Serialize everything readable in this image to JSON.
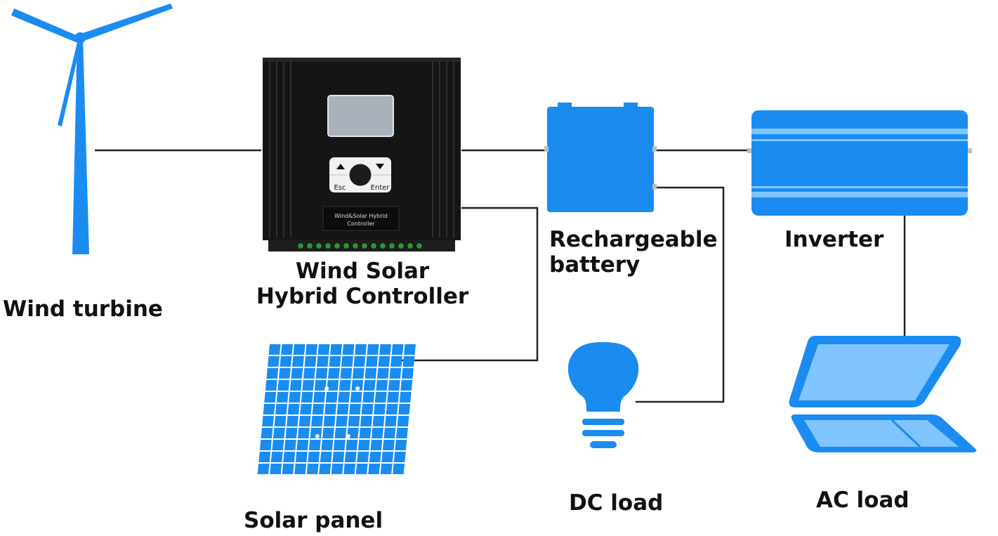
{
  "colors": {
    "accent": "#1a8cf0",
    "accent_light": "#7fc4ff",
    "controller_body": "#151515",
    "wire": "#222222",
    "text": "#111111"
  },
  "labels": {
    "wind_turbine": "Wind turbine",
    "controller_line1": "Wind Solar",
    "controller_line2": "Hybrid Controller",
    "battery_line1": "Rechargeable",
    "battery_line2": "battery",
    "inverter": "Inverter",
    "solar_panel": "Solar panel",
    "dc_load": "DC load",
    "ac_load": "AC load"
  },
  "controller_device": {
    "esc_label": "Esc",
    "enter_label": "Enter",
    "plate_line1": "Wind&Solar Hybrid",
    "plate_line2": "Controller"
  },
  "icons": {
    "wind": "wind-turbine-icon",
    "controller": "controller-device-icon",
    "battery": "battery-icon",
    "inverter": "inverter-icon",
    "solar": "solar-panel-icon",
    "dc": "light-bulb-icon",
    "ac": "laptop-icon"
  }
}
